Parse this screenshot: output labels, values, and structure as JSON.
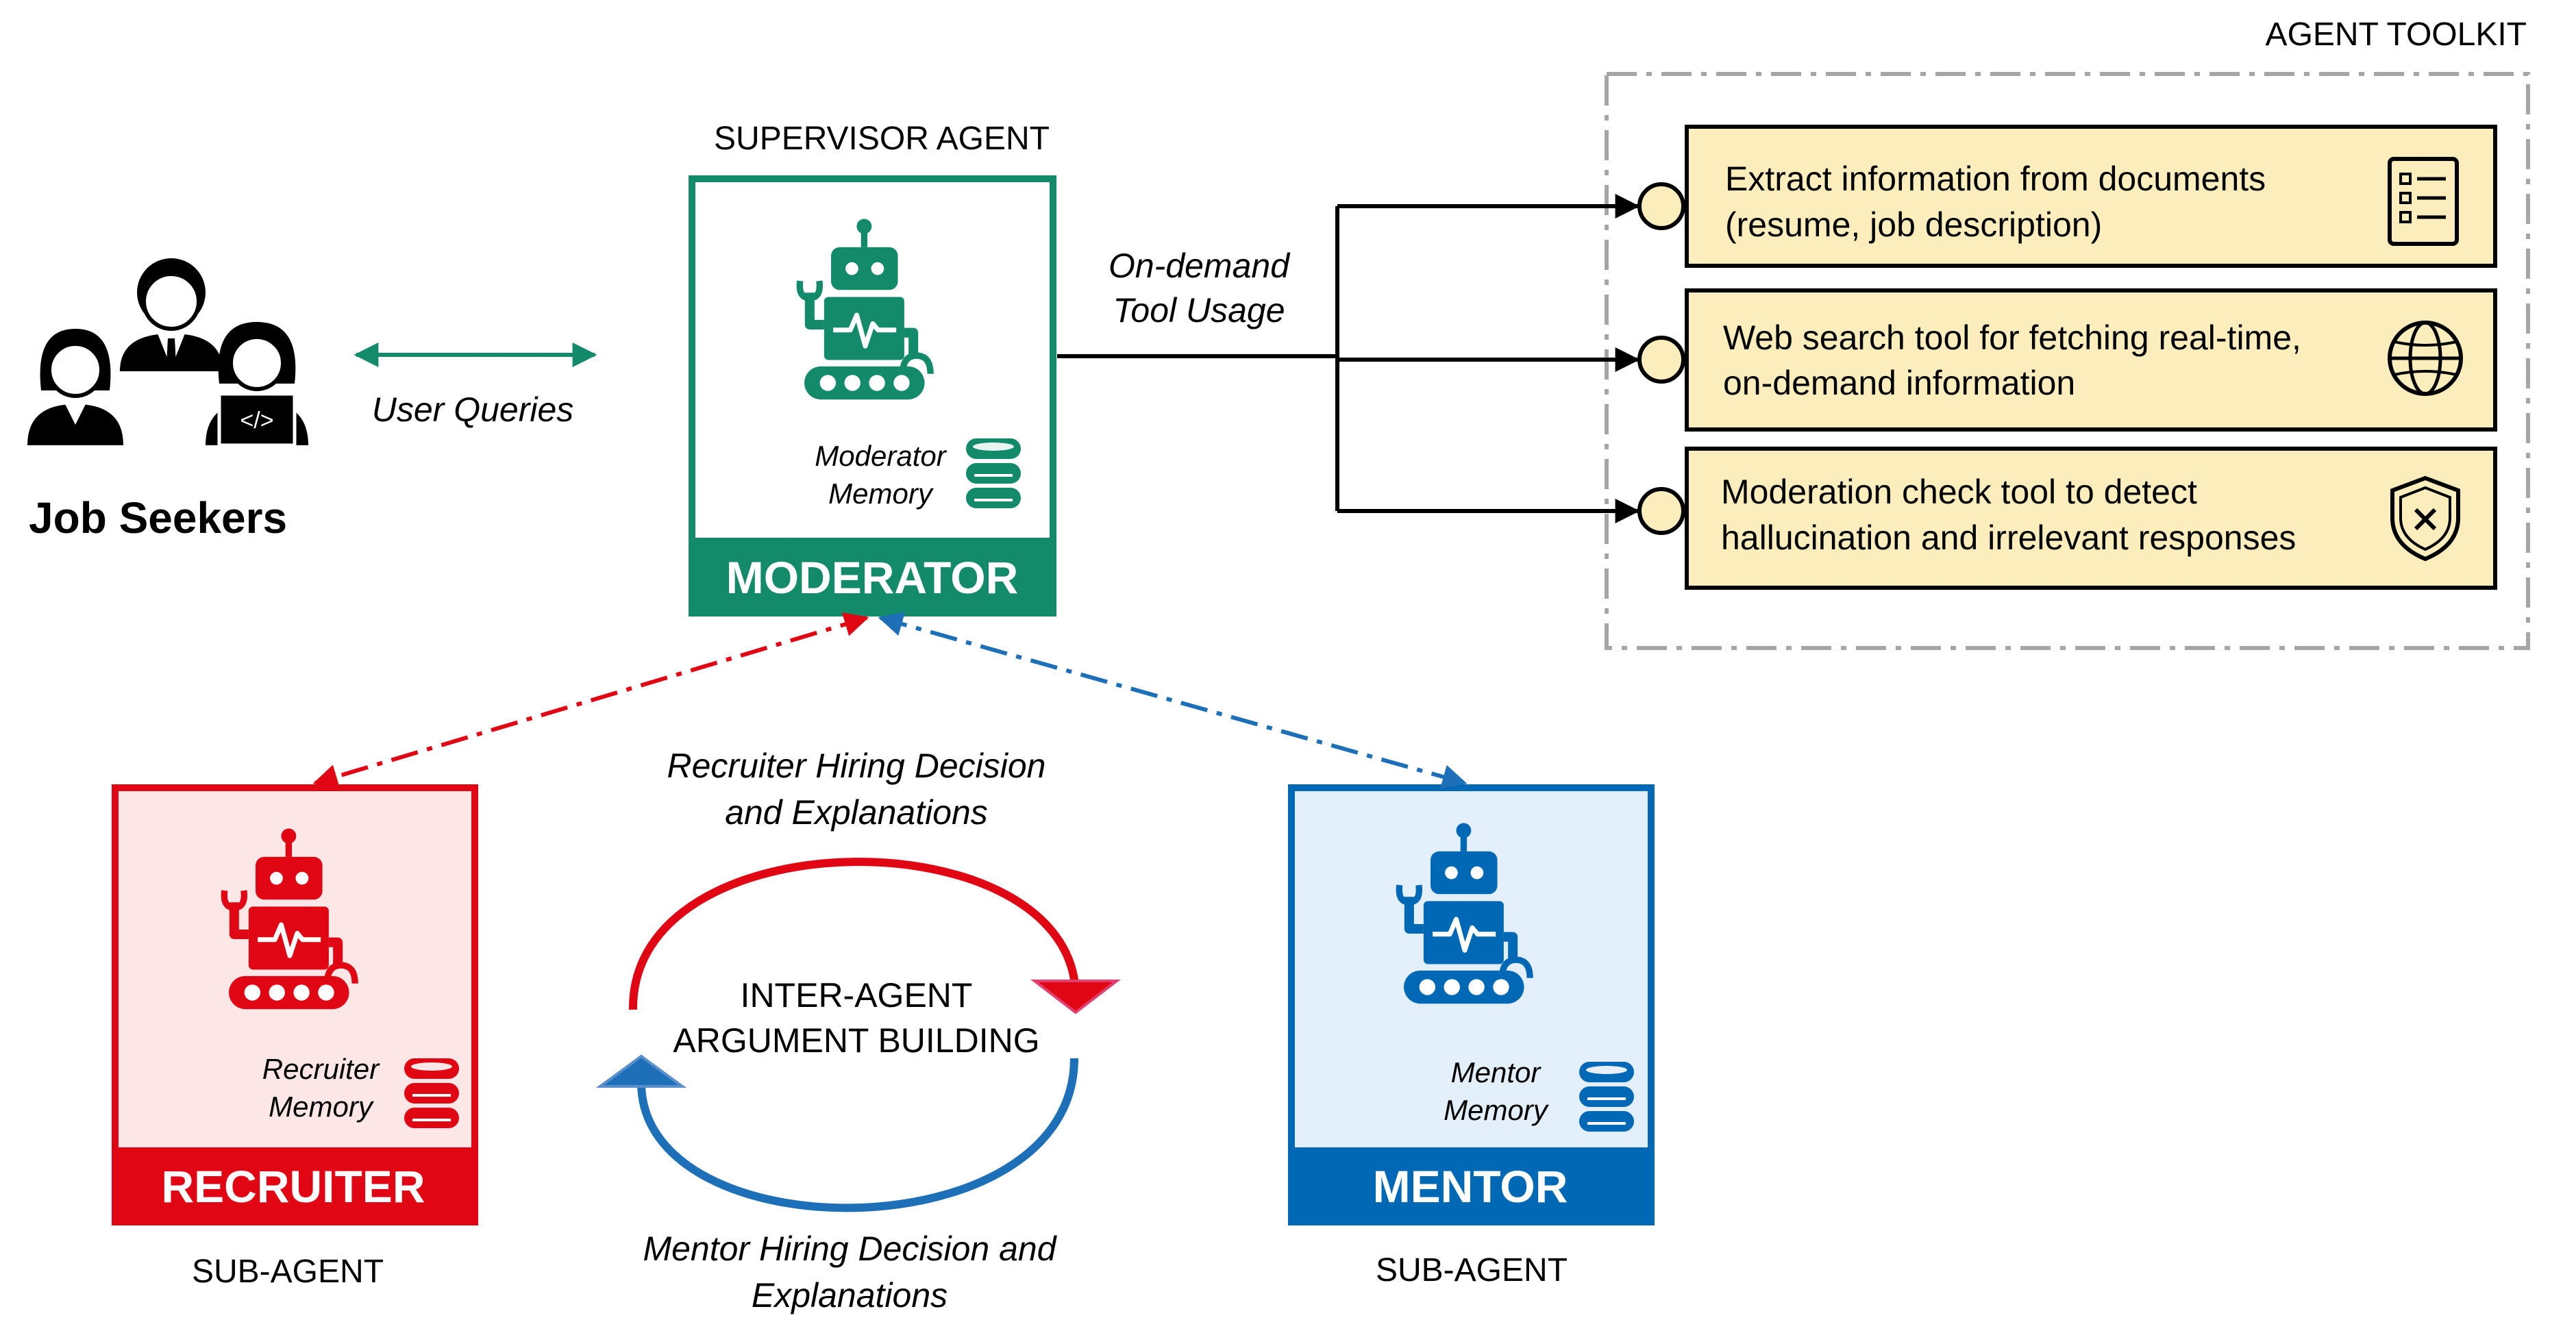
{
  "toolkit": {
    "title": "AGENT TOOLKIT",
    "tools": [
      {
        "line1": "Extract information from documents",
        "line2": "(resume, job description)",
        "icon": "document-list-icon"
      },
      {
        "line1": "Web search tool for fetching real-time,",
        "line2": "on-demand information",
        "icon": "globe-icon"
      },
      {
        "line1": "Moderation check tool to detect",
        "line2": "hallucination and irrelevant responses",
        "icon": "shield-x-icon"
      }
    ]
  },
  "users": {
    "label": "Job Seekers",
    "query_label": "User Queries"
  },
  "tool_usage": {
    "line1": "On-demand",
    "line2": "Tool Usage"
  },
  "moderator": {
    "role": "SUPERVISOR AGENT",
    "name": "MODERATOR",
    "memory_line1": "Moderator",
    "memory_line2": "Memory",
    "color": "#138A6A",
    "bg": "#ffffff"
  },
  "recruiter": {
    "role": "SUB-AGENT",
    "name": "RECRUITER",
    "memory_line1": "Recruiter",
    "memory_line2": "Memory",
    "color": "#E00613",
    "bg": "#FDE6E6"
  },
  "mentor": {
    "role": "SUB-AGENT",
    "name": "MENTOR",
    "memory_line1": "Mentor",
    "memory_line2": "Memory",
    "color": "#0068B5",
    "bg": "#E3F0FB"
  },
  "argument": {
    "center_line1": "INTER-AGENT",
    "center_line2": "ARGUMENT BUILDING",
    "recruiter_line1": "Recruiter Hiring Decision",
    "recruiter_line2": "and Explanations",
    "mentor_line1": "Mentor Hiring Decision and",
    "mentor_line2": "Explanations"
  }
}
